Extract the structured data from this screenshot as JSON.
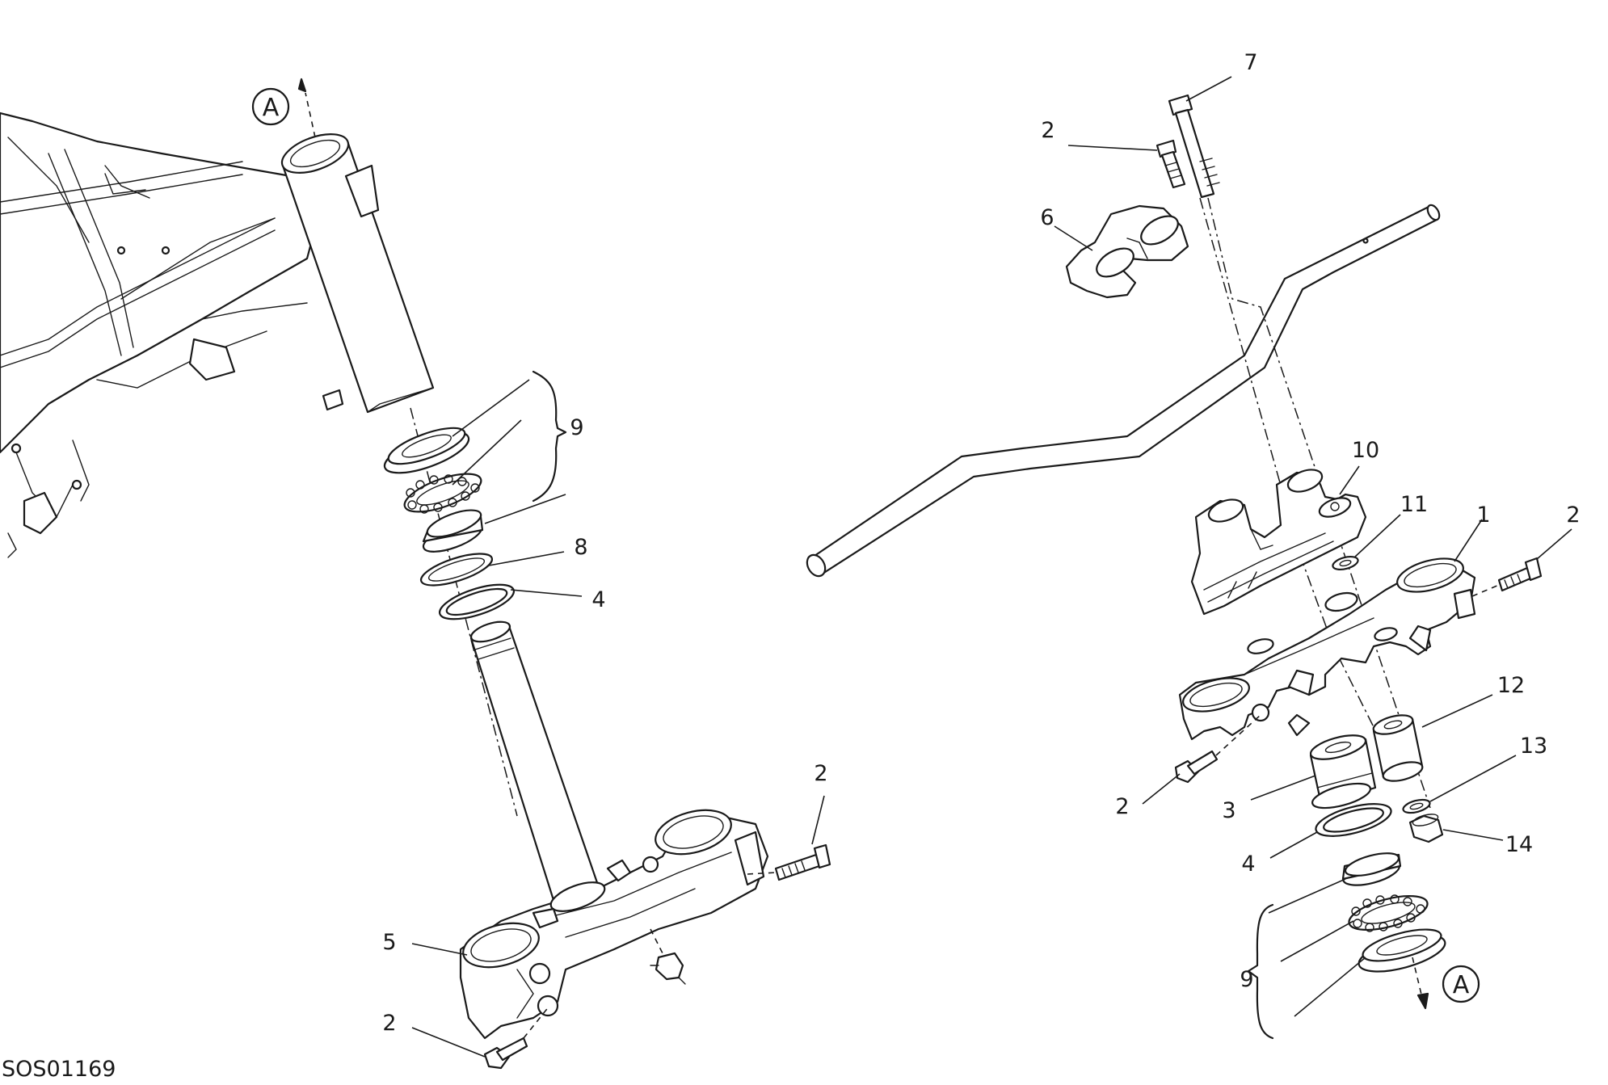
{
  "drawing": {
    "code": "SOS01169",
    "ref_marker": "A"
  },
  "callouts": {
    "p1": "1",
    "p2": "2",
    "p3": "3",
    "p4": "4",
    "p5": "5",
    "p6": "6",
    "p7": "7",
    "p8": "8",
    "p9": "9",
    "p10": "10",
    "p11": "11",
    "p12": "12",
    "p13": "13",
    "p14": "14"
  }
}
